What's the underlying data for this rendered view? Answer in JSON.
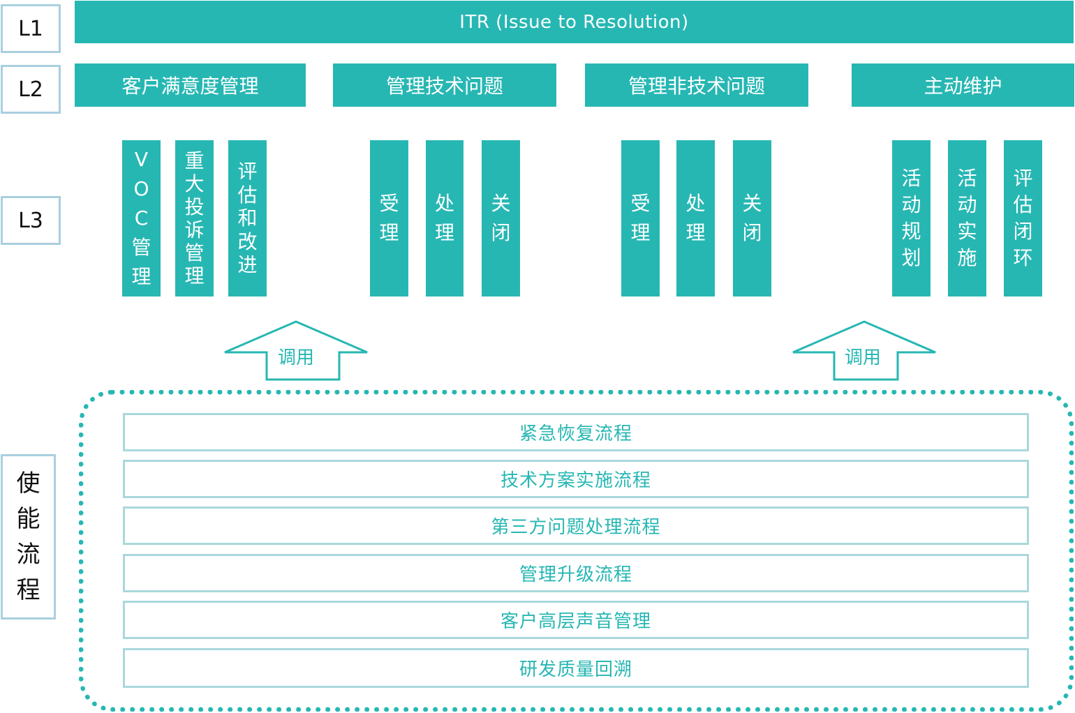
{
  "levels": {
    "l1": "L1",
    "l2": "L2",
    "l3": "L3"
  },
  "l1_title": "ITR (Issue to Resolution)",
  "l2": [
    {
      "label": "客户满意度管理"
    },
    {
      "label": "管理技术问题"
    },
    {
      "label": "管理非技术问题"
    },
    {
      "label": "主动维护"
    }
  ],
  "l3": [
    {
      "label": "VOC管理"
    },
    {
      "label": "重大投诉管理"
    },
    {
      "label": "评估和改进"
    },
    {
      "label": "受理"
    },
    {
      "label": "处理"
    },
    {
      "label": "关闭"
    },
    {
      "label": "受理"
    },
    {
      "label": "处理"
    },
    {
      "label": "关闭"
    },
    {
      "label": "活动规划"
    },
    {
      "label": "活动实施"
    },
    {
      "label": "评估闭环"
    }
  ],
  "invoke_label": "调用",
  "enabling_label": "使能流程",
  "enabling_processes": [
    "紧急恢复流程",
    "技术方案实施流程",
    "第三方问题处理流程",
    "管理升级流程",
    "客户高层声音管理",
    "研发质量回溯"
  ],
  "colors": {
    "teal": "#27b7b3",
    "label_border": "#a9cfdf",
    "box_border": "#a9d8dc"
  }
}
